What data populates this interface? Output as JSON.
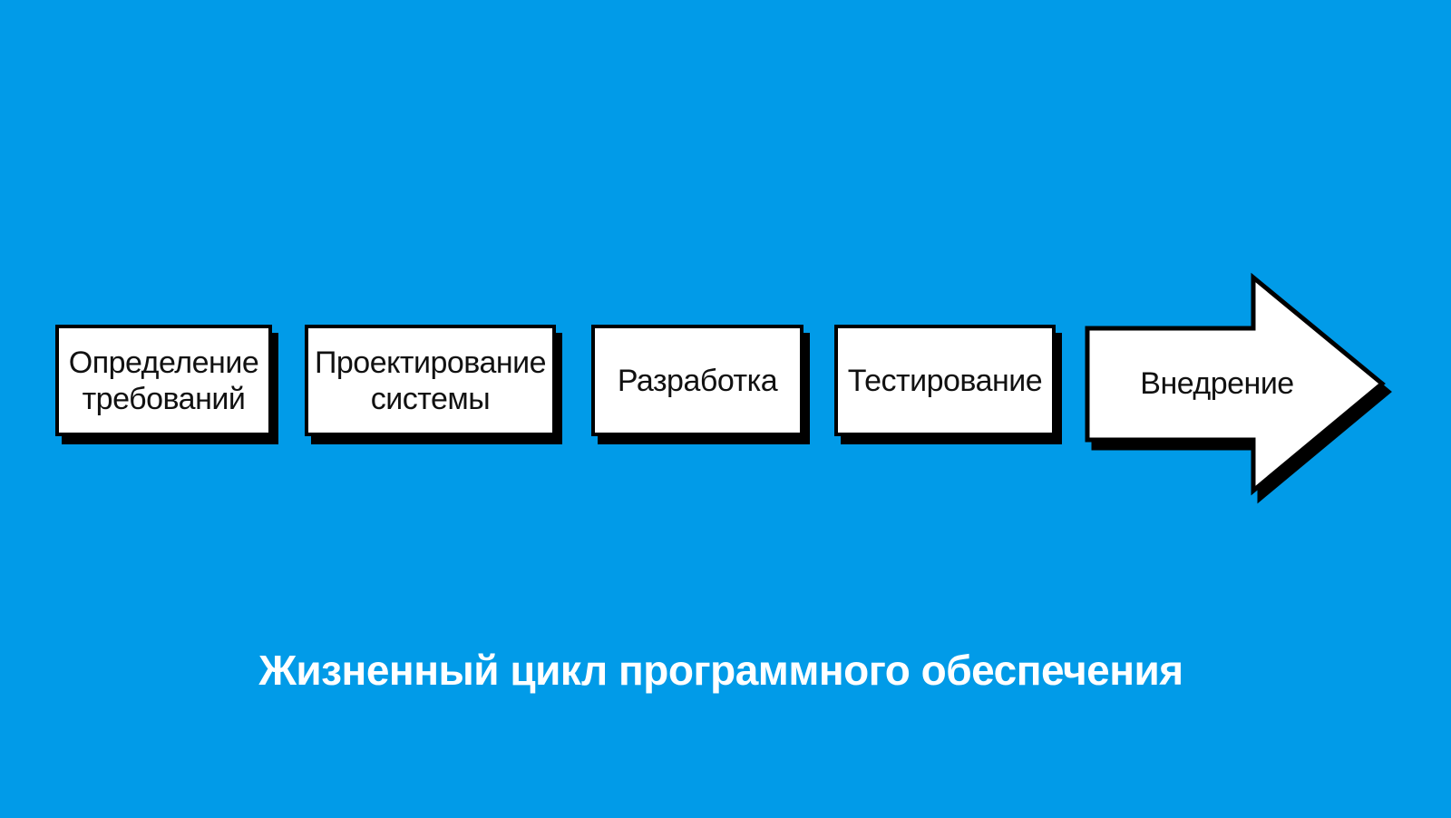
{
  "theme": {
    "background": "#019BE8",
    "shape_fill": "#FFFFFF",
    "outline_color": "#000000",
    "shadow_color": "#000000",
    "step_text_color": "#111111",
    "title_text_color": "#FFFFFF"
  },
  "diagram": {
    "title": "Жизненный цикл программного обеспечения",
    "steps": [
      {
        "id": "requirements",
        "shape": "rect",
        "label": "Определение\nтребований"
      },
      {
        "id": "system-design",
        "shape": "rect",
        "label": "Проектирование\nсистемы"
      },
      {
        "id": "development",
        "shape": "rect",
        "label": "Разработка"
      },
      {
        "id": "testing",
        "shape": "rect",
        "label": "Тестирование"
      },
      {
        "id": "deployment",
        "shape": "arrow-right",
        "label": "Внедрение"
      }
    ]
  }
}
